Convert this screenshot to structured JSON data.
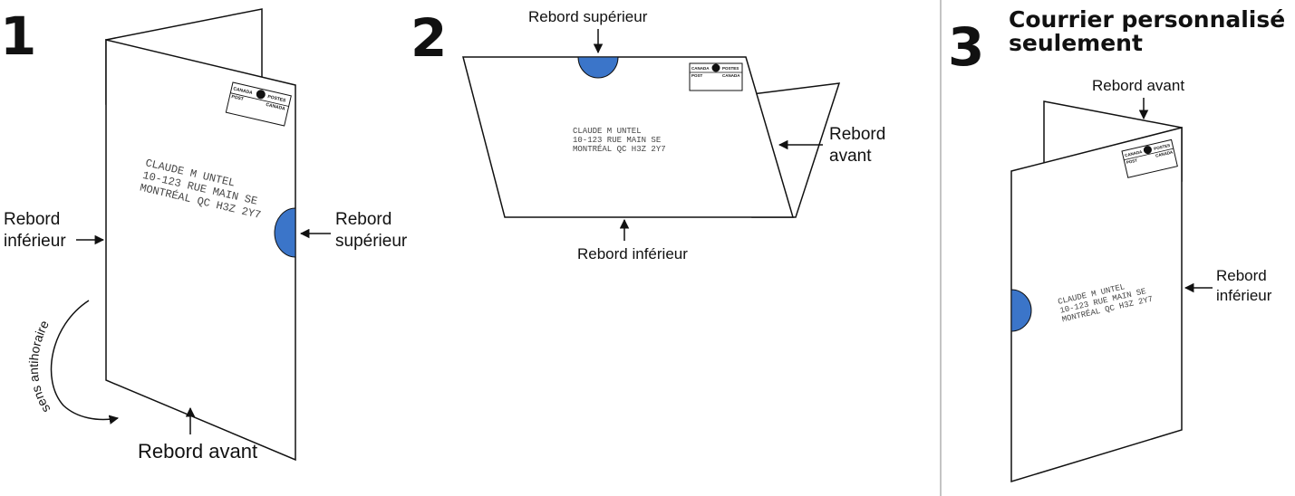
{
  "panel1": {
    "step": "1",
    "address": [
      "CLAUDE M UNTEL",
      "10-123 RUE MAIN SE",
      "MONTRÉAL QC  H3Z 2Y7"
    ],
    "label_bottom_edge": [
      "Rebord",
      "inférieur"
    ],
    "label_top_edge": [
      "Rebord",
      "supérieur"
    ],
    "label_front_edge": "Rebord avant",
    "rotation_label": "sens antihoraire"
  },
  "panel2": {
    "step": "2",
    "address": [
      "CLAUDE M UNTEL",
      "10-123 RUE MAIN SE",
      "MONTRÉAL QC  H3Z 2Y7"
    ],
    "label_top_edge": "Rebord supérieur",
    "label_front_edge": [
      "Rebord",
      "avant"
    ],
    "label_bottom_edge": "Rebord inférieur"
  },
  "panel3": {
    "step": "3",
    "title": [
      "Courrier personnalisé",
      "seulement"
    ],
    "address": [
      "CLAUDE M UNTEL",
      "10-123 RUE MAIN SE",
      "MONTRÉAL QC  H3Z 2Y7"
    ],
    "label_front_edge": "Rebord avant",
    "label_bottom_edge": [
      "Rebord",
      "inférieur"
    ]
  },
  "stamp": {
    "line1_left": "CANADA",
    "line1_right": "POSTES",
    "line2_left": "POST",
    "line2_right": "CANADA"
  },
  "colors": {
    "tab": "#3b75c9",
    "ink": "#111111",
    "divider": "#888888"
  }
}
